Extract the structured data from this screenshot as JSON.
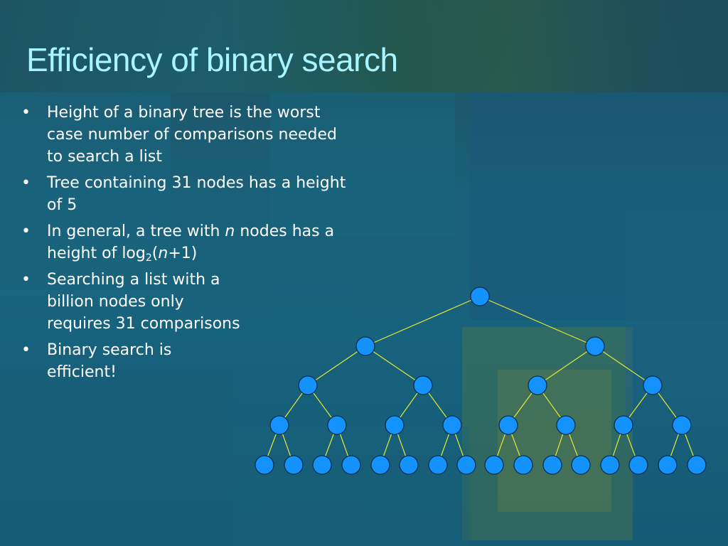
{
  "slide": {
    "title": "Efficiency of binary search",
    "bullets": [
      "Height of a binary tree is the worst case number of comparisons needed to search a list",
      "Tree containing 31 nodes has a height of 5",
      {
        "pre": "In general, a tree with ",
        "n1": "n",
        "mid": " nodes has a height of log",
        "sub": "2",
        "open": "(",
        "n2": "n",
        "post": "+1)"
      },
      "Searching a list with a billion nodes only requires 31 comparisons",
      "Binary search is efficient!"
    ],
    "bullet_symbol": "•"
  },
  "tree": {
    "levels": 5,
    "node_color": "#1493ff",
    "node_stroke": "#0a3050",
    "edge_color": "#e6e832"
  },
  "colors": {
    "title": "#a8f5ff",
    "text": "#ffffff",
    "background": "#1b5a70"
  }
}
